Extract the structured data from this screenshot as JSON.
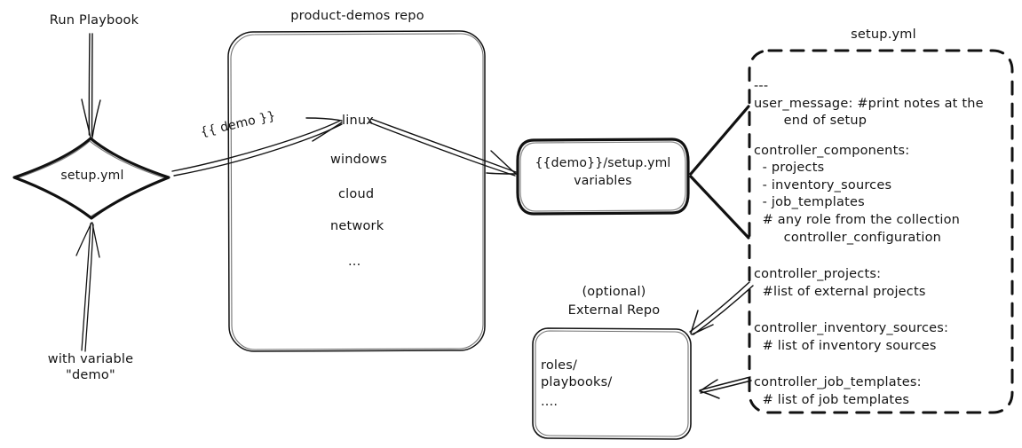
{
  "diagram": {
    "title_texts": {
      "repo_box": "product-demos repo",
      "setup_panel": "setup.yml",
      "external_repo_line1": "(optional)",
      "external_repo_line2": "External Repo"
    },
    "nodes": {
      "start_diamond": "setup.yml",
      "variables_node_line1": "{{demo}}/setup.yml",
      "variables_node_line2": "variables"
    },
    "labels": {
      "run_playbook": "Run Playbook",
      "with_variable_line1": "with variable",
      "with_variable_line2": "\"demo\"",
      "demo_edge": "{{ demo }}"
    },
    "repo_items": [
      "linux",
      "windows",
      "cloud",
      "network",
      "..."
    ],
    "external_repo_items": [
      "roles/",
      "playbooks/",
      "...."
    ],
    "setup_yml_lines": [
      "---",
      "user_message: #print notes at the",
      "       end of setup",
      "",
      "controller_components:",
      "  - projects",
      "  - inventory_sources",
      "  - job_templates",
      "  # any role from the collection",
      "       controller_configuration",
      "",
      "controller_projects:",
      "  #list of external projects",
      "",
      "controller_inventory_sources:",
      "  # list of inventory sources",
      "",
      "controller_job_templates:",
      "  # list of job templates"
    ],
    "colors": {
      "ink": "#111111",
      "background": "#ffffff"
    }
  }
}
